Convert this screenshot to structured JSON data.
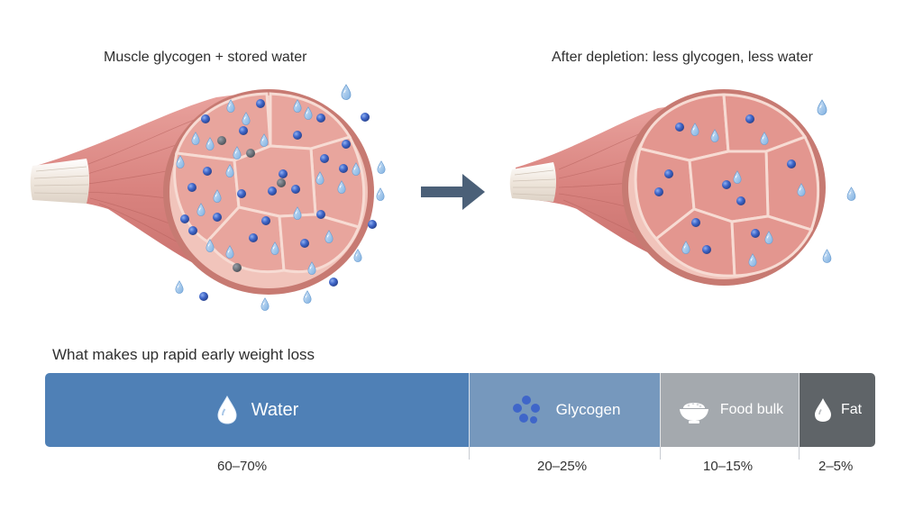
{
  "panels": {
    "left_title": "Muscle glycogen + stored water",
    "right_title": "After depletion: less glycogen, less water"
  },
  "breakdown": {
    "heading": "What makes up rapid early weight loss",
    "segments": [
      {
        "label": "Water",
        "percent": "60–70%",
        "icon": "water-drop-icon",
        "color": "#4f80b6"
      },
      {
        "label": "Glycogen",
        "percent": "20–25%",
        "icon": "glycogen-molecules-icon",
        "color": "#7698bd"
      },
      {
        "label": "Food bulk",
        "percent": "10–15%",
        "icon": "food-bowl-icon",
        "color": "#a4a9ae"
      },
      {
        "label": "Fat",
        "percent": "2–5%",
        "icon": "fat-drop-icon",
        "color": "#5f6468"
      }
    ]
  },
  "colors": {
    "muscle": "#d9837f",
    "muscle_cut": "#e7a9a1",
    "tendon": "#f3ece4",
    "glycogen_granule": "#3f66c9",
    "water_droplet": "#9fc4ea",
    "arrow": "#4b6078"
  }
}
